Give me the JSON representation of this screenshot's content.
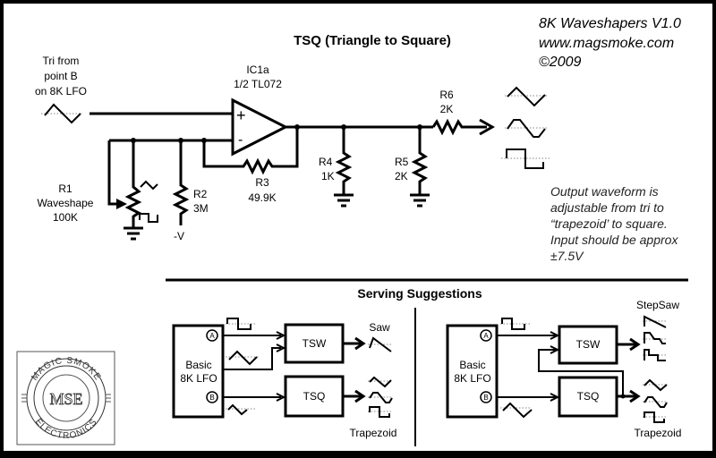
{
  "header": {
    "title": "TSQ (Triangle to Square)",
    "project": "8K Waveshapers V1.0",
    "website": "www.magsmoke.com",
    "copyright": "©2009"
  },
  "schematic": {
    "input": {
      "line1": "Tri from",
      "line2": "point B",
      "line3": "on 8K LFO",
      "waveform": "triangle"
    },
    "opamp": {
      "ref": "IC1a",
      "part": "1/2 TL072",
      "plus": "+",
      "minus": "-"
    },
    "components": [
      {
        "ref": "R1",
        "name": "Waveshape",
        "value": "100K",
        "type": "potentiometer"
      },
      {
        "ref": "R2",
        "value": "3M",
        "type": "resistor"
      },
      {
        "ref": "R3",
        "value": "49.9K",
        "type": "resistor"
      },
      {
        "ref": "R4",
        "value": "1K",
        "type": "resistor"
      },
      {
        "ref": "R5",
        "value": "2K",
        "type": "resistor"
      },
      {
        "ref": "R6",
        "value": "2K",
        "type": "resistor"
      }
    ],
    "supply_label": "-V",
    "output_waveforms": [
      "triangle",
      "trapezoid",
      "square"
    ],
    "note": {
      "line1": "Output waveform is",
      "line2": "adjustable from tri to",
      "line3": "“trapezoid’ to square.",
      "line4": "Input should be approx",
      "line5": "±7.5V"
    }
  },
  "serving": {
    "title": "Serving Suggestions",
    "left": {
      "lfo_line1": "Basic",
      "lfo_line2": "8K LFO",
      "port_a": "A",
      "port_b": "B",
      "block1": "TSW",
      "block2": "TSQ",
      "out1_label": "Saw",
      "out2_label": "Trapezoid"
    },
    "right": {
      "lfo_line1": "Basic",
      "lfo_line2": "8K LFO",
      "port_a": "A",
      "port_b": "B",
      "block1": "TSW",
      "block2": "TSQ",
      "out1_label": "StepSaw",
      "out2_label": "Trapezoid"
    }
  },
  "logo": {
    "top_text": "MAGIC SMOKE",
    "bottom_text": "ELECTRONICS",
    "monogram": "MSE"
  }
}
